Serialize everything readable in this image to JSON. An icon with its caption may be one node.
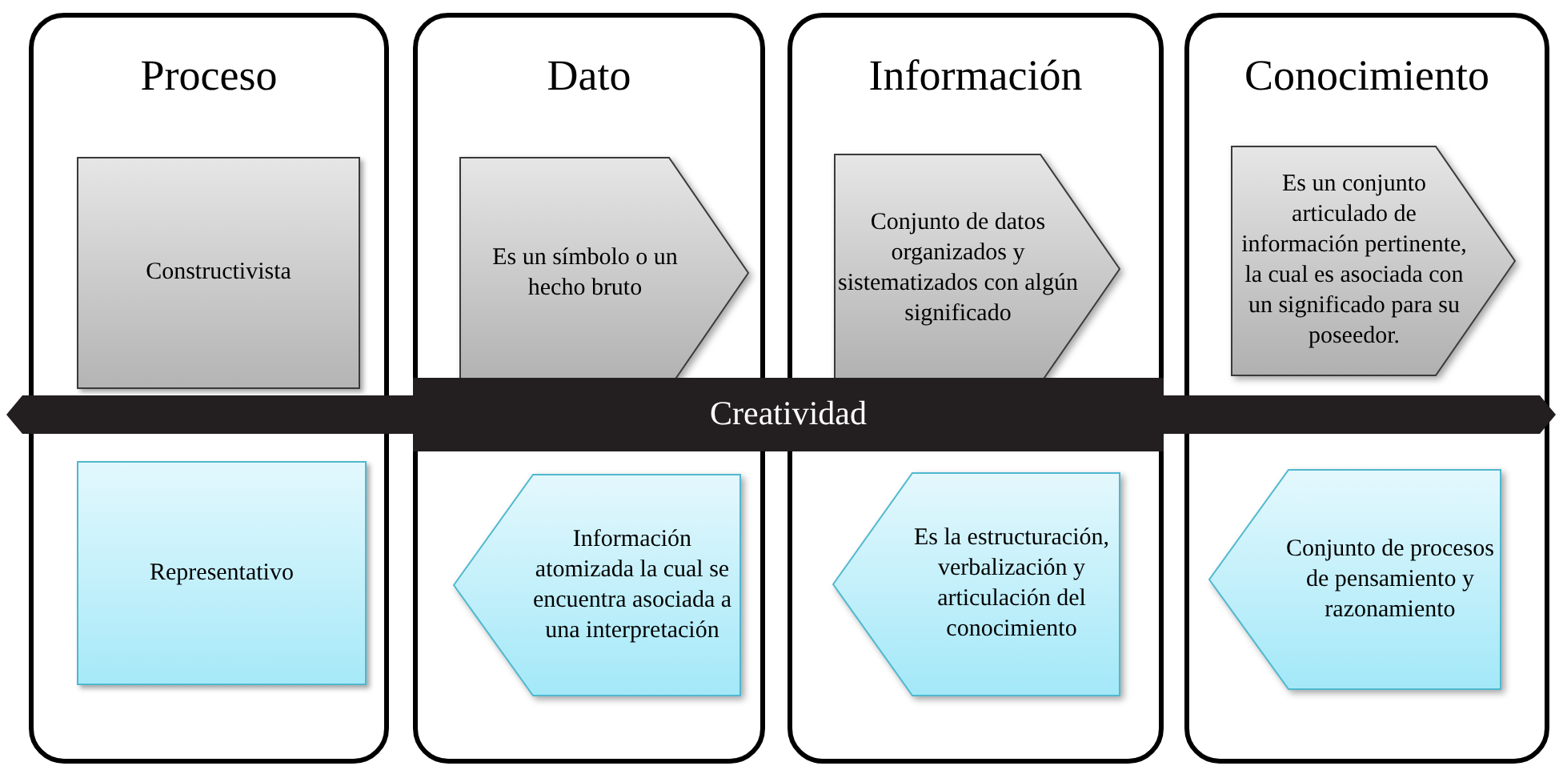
{
  "diagram": {
    "nodes": [
      {
        "text": [
          "Proceso"
        ]
      },
      {
        "text": [
          "Constructivista"
        ],
        "in": 0
      },
      {
        "text": [
          "Representativo"
        ],
        "in": 0
      },
      {
        "text": [
          "Dato"
        ]
      },
      {
        "text": [
          "Es un símbolo o un hecho bruto"
        ],
        "in": 3
      },
      {
        "text": [
          "Información atomizada la cual se encuentra asociada a una interpretación"
        ],
        "in": 3
      },
      {
        "text": [
          "Información"
        ]
      },
      {
        "text": [
          "Conjunto de datos organizados y sistematizados con algún significado"
        ],
        "in": 6
      },
      {
        "text": [
          "Es la estructuración, verbalización y articulación del conocimiento"
        ],
        "in": 6
      },
      {
        "text": [
          "Conocimiento"
        ]
      },
      {
        "text": [
          "Es un conjunto articulado de información pertinente, la cual es asociada con un significado para su poseedor."
        ],
        "in": 9
      },
      {
        "text": [
          "Conjunto de procesos de pensamiento y razonamiento"
        ],
        "in": 9
      },
      {
        "text": [
          "Creatividad"
        ]
      }
    ],
    "edges": []
  }
}
